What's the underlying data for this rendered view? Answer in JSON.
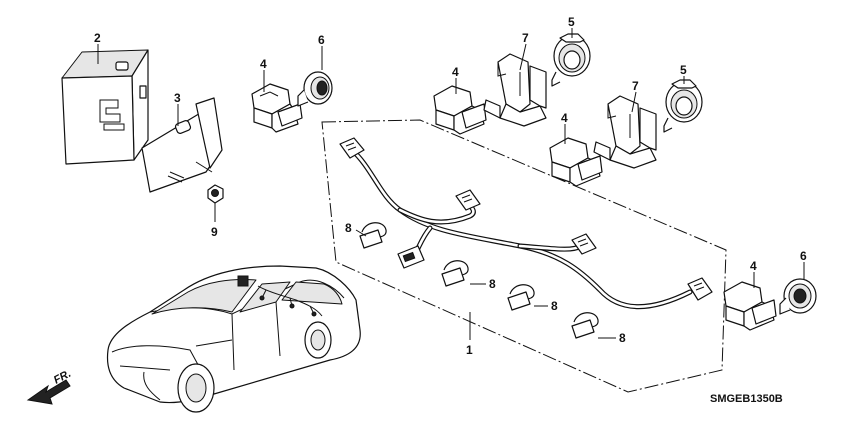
{
  "diagram": {
    "diagram_code": "SMGEB1350B",
    "direction_label": "FR.",
    "callouts": {
      "harness": "1",
      "control_unit": "2",
      "bracket": "3",
      "sensor_housing_a": "4",
      "sensor_housing_b": "4",
      "sensor_housing_c": "4",
      "sensor_housing_d": "4",
      "sensor_head_a": "5",
      "sensor_head_b": "5",
      "sensor_ring_a": "6",
      "sensor_ring_b": "6",
      "retainer_a": "7",
      "retainer_b": "7",
      "clip_a": "8",
      "clip_b": "8",
      "clip_c": "8",
      "clip_d": "8",
      "nut": "9"
    }
  }
}
